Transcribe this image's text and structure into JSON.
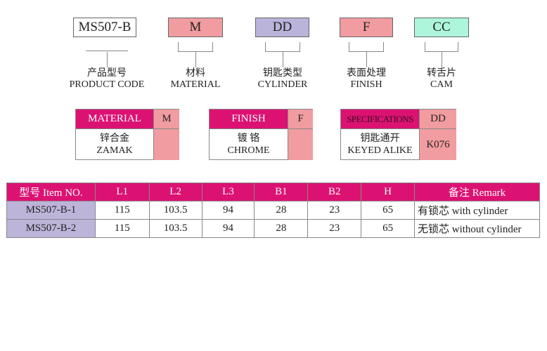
{
  "code_parts": [
    {
      "code": "MS507-B",
      "cn": "产品型号",
      "en": "PRODUCT CODE",
      "color": "#ffffff"
    },
    {
      "code": "M",
      "cn": "材料",
      "en": "MATERIAL",
      "color": "#f19ca0"
    },
    {
      "code": "DD",
      "cn": "钥匙类型",
      "en": "CYLINDER",
      "color": "#bab3da"
    },
    {
      "code": "F",
      "cn": "表面处理",
      "en": "FINISH",
      "color": "#f19ca0"
    },
    {
      "code": "CC",
      "cn": "转舌片",
      "en": "CAM",
      "color": "#adf6dc"
    }
  ],
  "options": [
    {
      "header": "MATERIAL",
      "code": "M",
      "cn": "锌合金",
      "en": "ZAMAK",
      "value": ""
    },
    {
      "header": "FINISH",
      "code": "F",
      "cn": "镀 铬",
      "en": "CHROME",
      "value": ""
    },
    {
      "header": "SPECIFICATIONS",
      "code": "DD",
      "cn": "钥匙通开",
      "en": "KEYED ALIKE",
      "value": "K076"
    }
  ],
  "table": {
    "headers": [
      "型号 Item NO.",
      "L1",
      "L2",
      "L3",
      "B1",
      "B2",
      "H",
      "备注 Remark"
    ],
    "rows": [
      [
        "MS507-B-1",
        "115",
        "103.5",
        "94",
        "28",
        "23",
        "65",
        "有锁芯 with cylinder"
      ],
      [
        "MS507-B-2",
        "115",
        "103.5",
        "94",
        "28",
        "23",
        "65",
        "无锁芯 without cylinder"
      ]
    ]
  }
}
